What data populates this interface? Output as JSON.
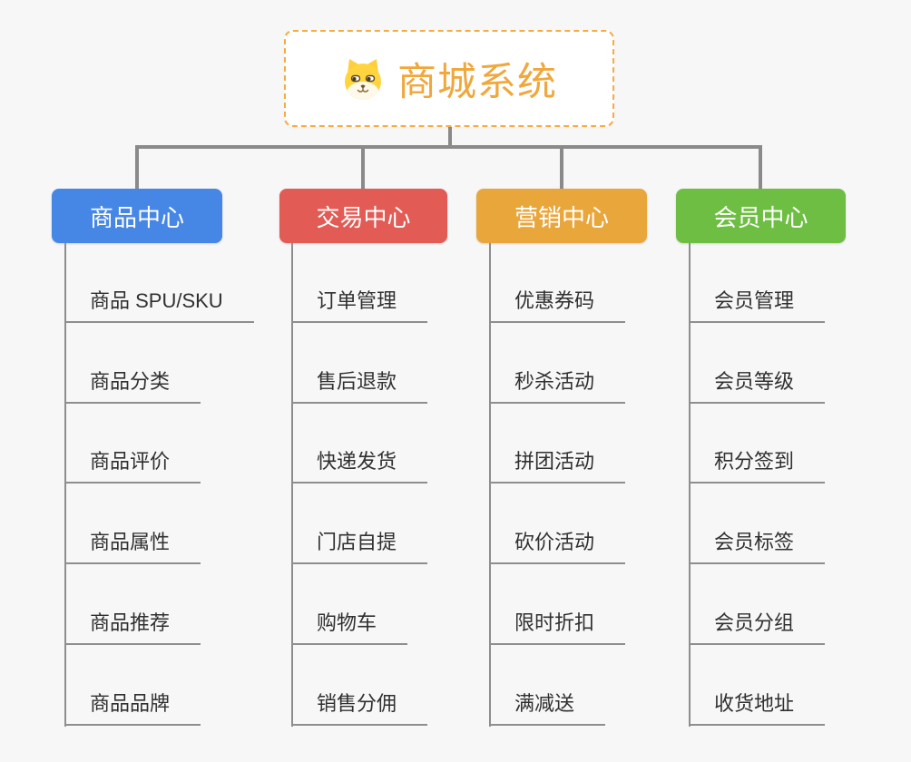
{
  "root": {
    "title": "商城系统",
    "icon": "dog-icon",
    "border_color": "#f5ac42",
    "text_color": "#f0a73c"
  },
  "connector_color": "#8a8a8a",
  "background_color": "#f7f7f7",
  "branches": [
    {
      "label": "商品中心",
      "color": "#4687e6",
      "items": [
        "商品 SPU/SKU",
        "商品分类",
        "商品评价",
        "商品属性",
        "商品推荐",
        "商品品牌"
      ]
    },
    {
      "label": "交易中心",
      "color": "#e25b55",
      "items": [
        "订单管理",
        "售后退款",
        "快递发货",
        "门店自提",
        "购物车",
        "销售分佣"
      ]
    },
    {
      "label": "营销中心",
      "color": "#e9a63b",
      "items": [
        "优惠券码",
        "秒杀活动",
        "拼团活动",
        "砍价活动",
        "限时折扣",
        "满减送"
      ]
    },
    {
      "label": "会员中心",
      "color": "#6fbe44",
      "items": [
        "会员管理",
        "会员等级",
        "积分签到",
        "会员标签",
        "会员分组",
        "收货地址"
      ]
    }
  ]
}
